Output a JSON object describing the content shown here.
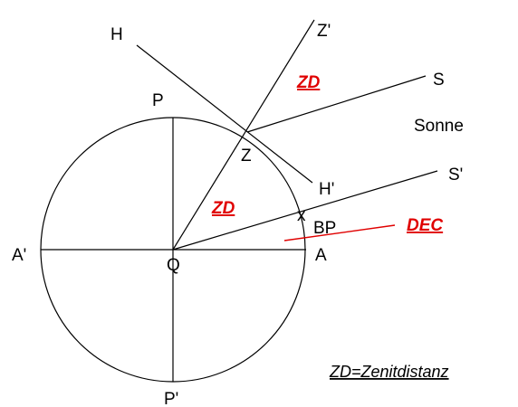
{
  "colors": {
    "line": "#000000",
    "annotation": "#e00000",
    "background": "#ffffff"
  },
  "labels": {
    "H": "H",
    "Z_prime": "Z'",
    "S": "S",
    "P": "P",
    "Z": "Z",
    "Sonne": "Sonne",
    "H_prime": "H'",
    "S_prime": "S'",
    "x": "x",
    "BP": "BP",
    "A_prime": "A'",
    "Q": "Q",
    "A": "A",
    "P_prime": "P'"
  },
  "annotations": {
    "zd_upper": "ZD",
    "zd_lower": "ZD",
    "dec": "DEC"
  },
  "legend": "ZD=Zenitdistanz"
}
